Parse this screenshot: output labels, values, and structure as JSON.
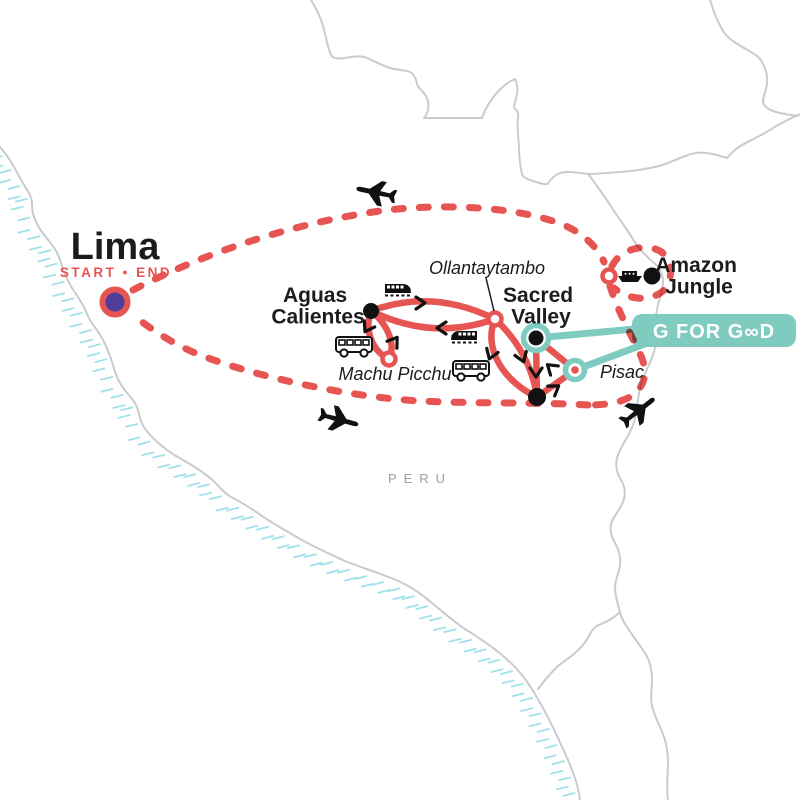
{
  "country_label": "PERU",
  "locations": {
    "lima": {
      "name": "Lima",
      "note": "START • END"
    },
    "aguas_calientes": {
      "line1": "Aguas",
      "line2": "Calientes"
    },
    "machu_picchu": {
      "name": "Machu Picchu"
    },
    "ollantaytambo": {
      "name": "Ollantaytambo"
    },
    "sacred_valley": {
      "line1": "Sacred",
      "line2": "Valley"
    },
    "pisac": {
      "name": "Pisac"
    },
    "amazon_jungle": {
      "line1": "Amazon",
      "line2": "Jungle"
    }
  },
  "badge": {
    "label": "G FOR GOOD",
    "display": "G FOR G∞D"
  },
  "icons": [
    "plane-icon",
    "train-icon",
    "bus-icon",
    "boat-icon"
  ],
  "colors": {
    "route_red": "#E75552",
    "teal": "#7FCBBF",
    "lima_purple": "#4F3D99",
    "border_gray": "#C9CBCC",
    "coast_hatch": "#9FE2EA",
    "text_black": "#1C1C1E",
    "peru_gray": "#9B9FA2"
  }
}
